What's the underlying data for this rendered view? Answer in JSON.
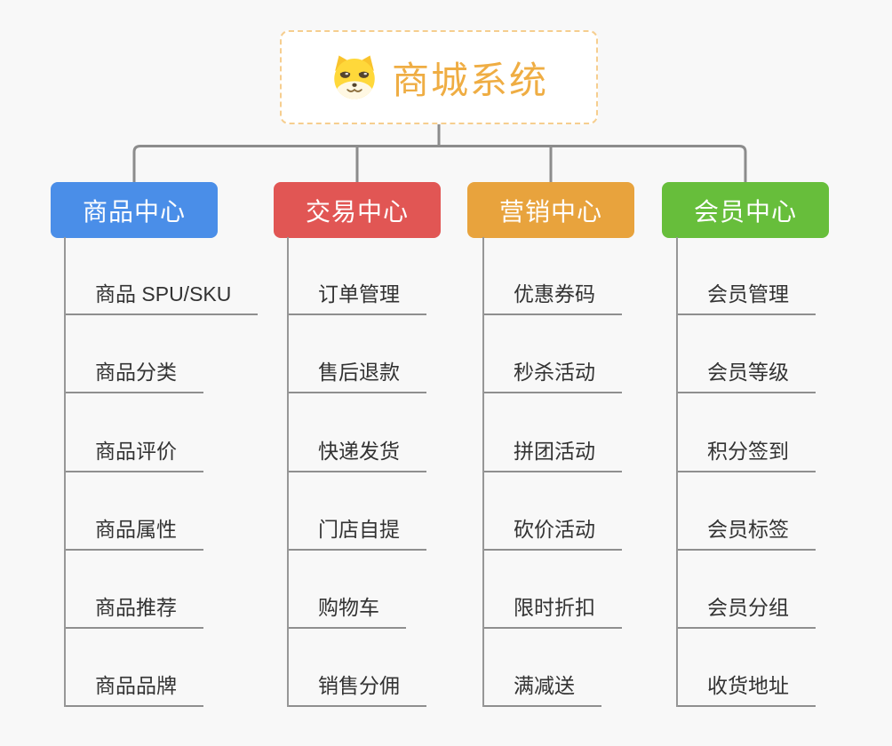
{
  "page": {
    "background_color": "#f8f8f8",
    "connector_color": "#8c8c8c",
    "underline_color": "#8f8f8f"
  },
  "root": {
    "title": "商城系统",
    "icon": "doge-icon",
    "text_color": "#efad43",
    "border_color": "#f6ce8f",
    "background_color": "#ffffff"
  },
  "branches": [
    {
      "label": "商品中心",
      "color": "#4a8ee8",
      "children": [
        "商品 SPU/SKU",
        "商品分类",
        "商品评价",
        "商品属性",
        "商品推荐",
        "商品品牌"
      ]
    },
    {
      "label": "交易中心",
      "color": "#e15654",
      "children": [
        "订单管理",
        "售后退款",
        "快递发货",
        "门店自提",
        "购物车",
        "销售分佣"
      ]
    },
    {
      "label": "营销中心",
      "color": "#e8a33d",
      "children": [
        "优惠券码",
        "秒杀活动",
        "拼团活动",
        "砍价活动",
        "限时折扣",
        "满减送"
      ]
    },
    {
      "label": "会员中心",
      "color": "#67be3b",
      "children": [
        "会员管理",
        "会员等级",
        "积分签到",
        "会员标签",
        "会员分组",
        "收货地址"
      ]
    }
  ]
}
